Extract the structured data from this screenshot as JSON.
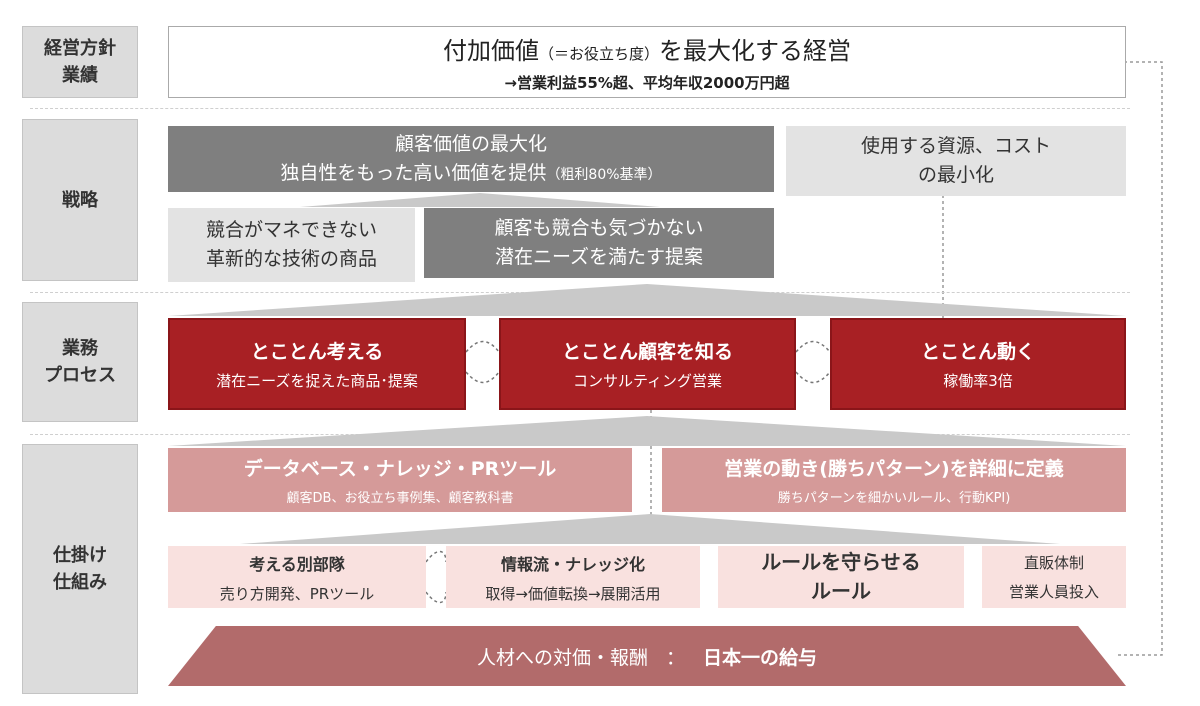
{
  "side_labels": {
    "policy": {
      "line1": "経営方針",
      "line2": "業績"
    },
    "strategy": {
      "line1": "戦略"
    },
    "process": {
      "line1": "業務",
      "line2": "プロセス"
    },
    "mechanism": {
      "line1": "仕掛け",
      "line2": "仕組み"
    }
  },
  "policy": {
    "title_main": "付加価値",
    "title_paren": "（＝お役立ち度）",
    "title_rest": "を最大化する経営",
    "subtitle": "→営業利益55%超、平均年収2000万円超"
  },
  "strategy": {
    "maximize_value": {
      "line1": "顧客価値の最大化",
      "line2": "独自性をもった高い価値を提供",
      "line2_paren": "（粗利80%基準）"
    },
    "minimize_cost": {
      "line1": "使用する資源、コスト",
      "line2": "の最小化"
    },
    "tech": {
      "line1": "競合がマネできない",
      "line2": "革新的な技術の商品"
    },
    "needs": {
      "line1": "顧客も競合も気づかない",
      "line2": "潜在ニーズを満たす提案"
    }
  },
  "process": {
    "think": {
      "title": "とことん考える",
      "sub": "潜在ニーズを捉えた商品･提案"
    },
    "know": {
      "title": "とことん顧客を知る",
      "sub": "コンサルティング営業"
    },
    "act": {
      "title": "とことん動く",
      "sub": "稼働率3倍"
    }
  },
  "mechanism": {
    "database": {
      "title": "データベース・ナレッジ・PRツール",
      "sub": "顧客DB、お役立ち事例集、顧客教科書"
    },
    "sales_pattern": {
      "title": "営業の動き(勝ちパターン)を詳細に定義",
      "sub": "勝ちパターンを細かいルール、行動KPI)"
    },
    "squad": {
      "title": "考える別部隊",
      "sub": "売り方開発、PRツール"
    },
    "info_flow": {
      "title": "情報流・ナレッジ化",
      "sub": "取得→価値転換→展開活用"
    },
    "rules": {
      "line1": "ルールを守らせる",
      "line2": "ルール"
    },
    "direct_sales": {
      "line1": "直販体制",
      "line2": "営業人員投入"
    }
  },
  "base": {
    "left": "人材への対価・報酬",
    "colon": "：",
    "right": "日本一の給与"
  },
  "colors": {
    "dark_red": "#a82024",
    "pink": "#d59a99",
    "light_pink": "#f9e1df",
    "base": "#b26b6b",
    "dark_gray": "#7f7f7f",
    "light_gray": "#e3e3e3"
  }
}
